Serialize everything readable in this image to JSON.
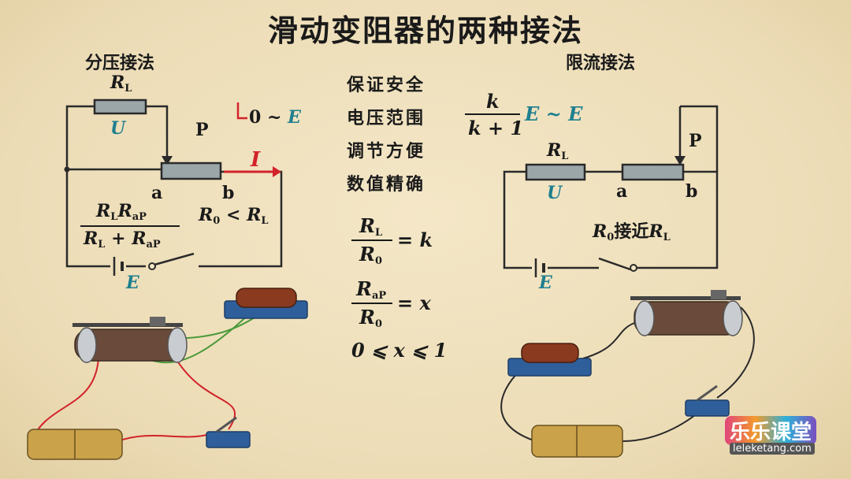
{
  "title": "滑动变阻器的两种接法",
  "left": {
    "heading": "分压接法",
    "rl": "R",
    "rl_sub": "L",
    "u": "U",
    "p": "P",
    "a": "a",
    "b": "b",
    "range": "0 ~ E",
    "range_pre": "0 ~ ",
    "range_e": "E",
    "current": "I",
    "e": "E",
    "cond_r0": "R",
    "cond_sub0": "0",
    "cond_lt": " < R",
    "cond_subl": "L",
    "frac_num": "R",
    "frac_num_s1": "L",
    "frac_num_r2": "R",
    "frac_num_s2": "aP",
    "frac_den": "R",
    "frac_den_s1": "L",
    "frac_den_plus": " + R",
    "frac_den_s2": "aP"
  },
  "middle": {
    "lines": [
      "保证安全",
      "电压范围",
      "调节方便",
      "数值精确"
    ],
    "eq1_num": "R",
    "eq1_num_s": "L",
    "eq1_den": "R",
    "eq1_den_s": "0",
    "eq1_rhs": "= k",
    "eq2_num": "R",
    "eq2_num_s": "aP",
    "eq2_den": "R",
    "eq2_den_s": "0",
    "eq2_rhs": "= x",
    "ineq": "0 ⩽ x ⩽ 1"
  },
  "right": {
    "heading": "限流接法",
    "frac_num": "k",
    "frac_den": "k + 1",
    "range_rest": "E ~ E",
    "rl": "R",
    "rl_sub": "L",
    "u": "U",
    "p": "P",
    "a": "a",
    "b": "b",
    "cond_r": "R",
    "cond_sub0": "0",
    "cond_text": "接近",
    "cond_rl": "R",
    "cond_subl": "L",
    "e": "E"
  },
  "logo": {
    "cn": "乐乐课堂",
    "url": "leleketang.com"
  },
  "colors": {
    "wire": "#2a2a2a",
    "teal": "#1f7f8f",
    "red": "#d2232a",
    "resistor": "#9aa6a8"
  }
}
